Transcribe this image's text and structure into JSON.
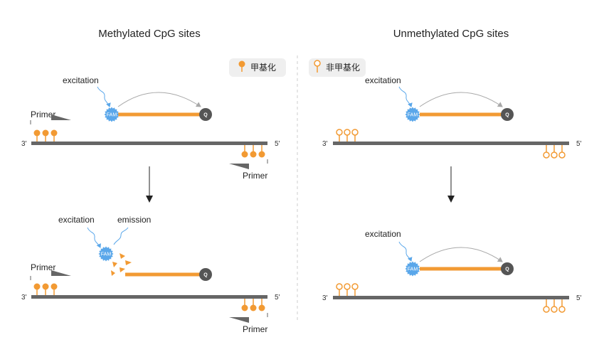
{
  "titles": {
    "methylated": "Methylated CpG sites",
    "unmethylated": "Unmethylated CpG sites"
  },
  "legend": {
    "methylated": "甲基化",
    "unmethylated": "非甲基化"
  },
  "labels": {
    "excitation": "excitation",
    "emission": "emission",
    "primer": "Primer",
    "fam": "FAM",
    "quencher": "Q",
    "end3": "3'",
    "end5": "5'"
  },
  "colors": {
    "orange": "#f29a33",
    "blue": "#5aa7ea",
    "strand": "#666666",
    "quencher": "#555555",
    "legend_bg": "#efefef",
    "arrow_gray": "#b5b5b5",
    "divider": "#cccccc"
  }
}
